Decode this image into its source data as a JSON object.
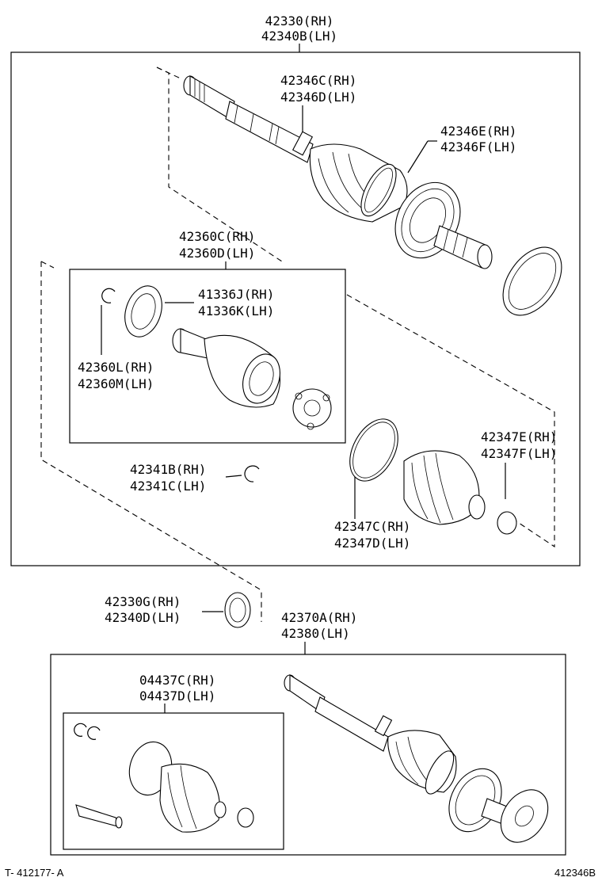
{
  "labels": {
    "main_assy": [
      "42330(RH)",
      "42340B(LH)"
    ],
    "outer_clamp": [
      "42346C(RH)",
      "42346D(LH)"
    ],
    "outer_band": [
      "42346E(RH)",
      "42346F(LH)"
    ],
    "inner_joint": [
      "42360C(RH)",
      "42360D(LH)"
    ],
    "dust_cover": [
      "41336J(RH)",
      "41336K(LH)"
    ],
    "snap_ring": [
      "42360L(RH)",
      "42360M(LH)"
    ],
    "small_ring": [
      "42341B(RH)",
      "42341C(LH)"
    ],
    "inner_band": [
      "42347E(RH)",
      "42347F(LH)"
    ],
    "inner_boot": [
      "42347C(RH)",
      "42347D(LH)"
    ],
    "seal": [
      "42330G(RH)",
      "42340D(LH)"
    ],
    "second_assy": [
      "42370A(RH)",
      "42380(LH)"
    ],
    "boot_kit": [
      "04437C(RH)",
      "04437D(LH)"
    ]
  },
  "footer": {
    "left_code": "T- 412177- A",
    "right_code": "412346B"
  }
}
